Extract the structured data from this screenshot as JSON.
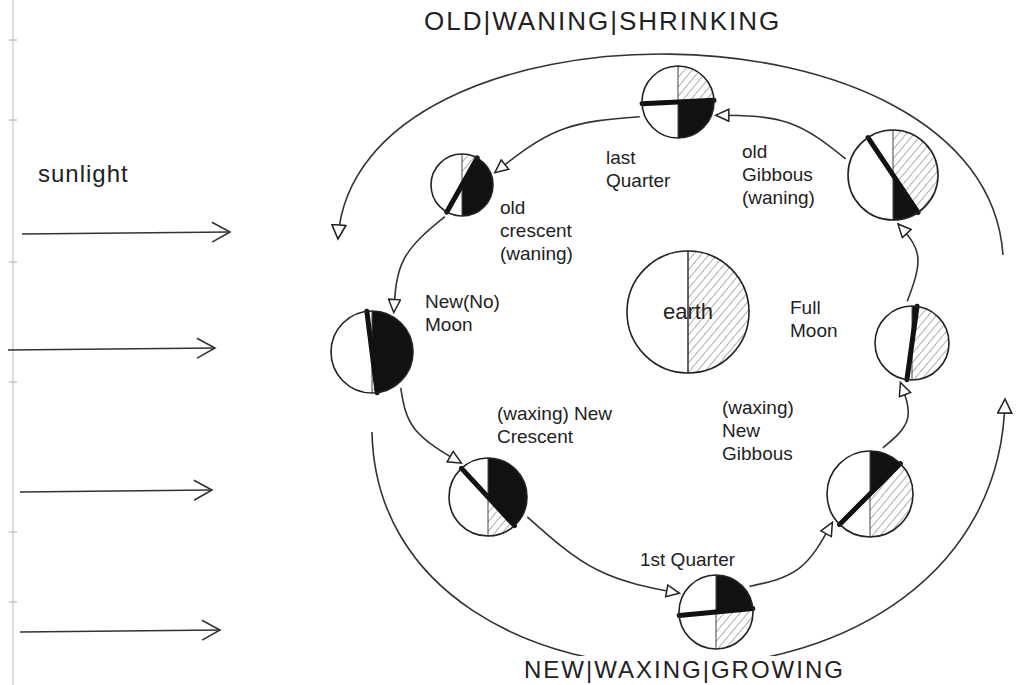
{
  "diagram": {
    "nodes": [
      {
        "text": [
          "New(No) Moon"
        ]
      },
      {
        "text": [
          "(waxing) New Crescent"
        ]
      },
      {
        "text": [
          "1st Quarter"
        ]
      },
      {
        "text": [
          "(waxing) New Gibbous"
        ]
      },
      {
        "text": [
          "Full Moon"
        ]
      },
      {
        "text": [
          "old Gibbous (waning)"
        ]
      },
      {
        "text": [
          "last Quarter"
        ]
      },
      {
        "text": [
          "old crescent (waning)"
        ]
      },
      {
        "text": [
          "earth"
        ]
      }
    ],
    "edges": [
      {
        "from": 0,
        "to": 1,
        "arrow": "to"
      },
      {
        "from": 1,
        "to": 2,
        "arrow": "to"
      },
      {
        "from": 2,
        "to": 3,
        "arrow": "to"
      },
      {
        "from": 3,
        "to": 4,
        "arrow": "to"
      },
      {
        "from": 4,
        "to": 5,
        "arrow": "to"
      },
      {
        "from": 5,
        "to": 6,
        "arrow": "to"
      },
      {
        "from": 6,
        "to": 7,
        "arrow": "to"
      },
      {
        "from": 7,
        "to": 0,
        "arrow": "to"
      }
    ],
    "labels": [
      "OLD|WANING|SHRINKING",
      "sunlight",
      "NEW|WAXING|GROWING"
    ]
  }
}
